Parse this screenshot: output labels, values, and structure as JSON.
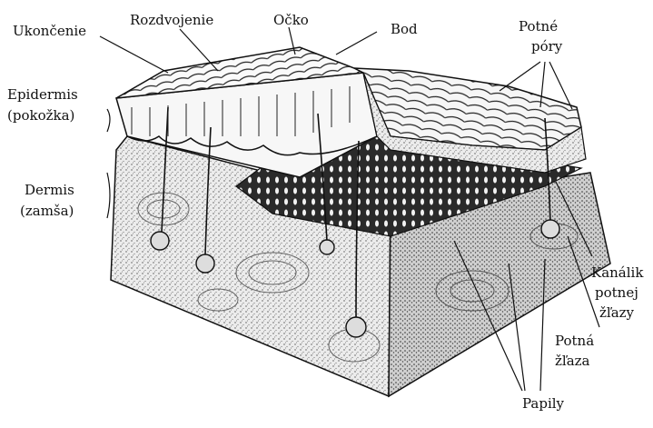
{
  "diagram": {
    "labels": {
      "ukoncenie": "Ukončenie",
      "rozdvojenie": "Rozdvojenie",
      "ocko": "Očko",
      "bod": "Bod",
      "potne_pory_1": "Potné",
      "potne_pory_2": "póry",
      "epidermis_1": "Epidermis",
      "epidermis_2": "(pokožka)",
      "dermis_1": "Dermis",
      "dermis_2": "(zamša)",
      "kanalik_1": "Kanálik",
      "kanalik_2": "potnej",
      "kanalik_3": "žľazy",
      "potna_zlaza_1": "Potná",
      "potna_zlaza_2": "žľaza",
      "papily": "Papily"
    },
    "colors": {
      "ink": "#111111",
      "paper": "#ffffff",
      "skin_top": "#f4f4f4",
      "dermis_fill": "#e6e6e6",
      "papillae": "#1a1a1a"
    }
  }
}
